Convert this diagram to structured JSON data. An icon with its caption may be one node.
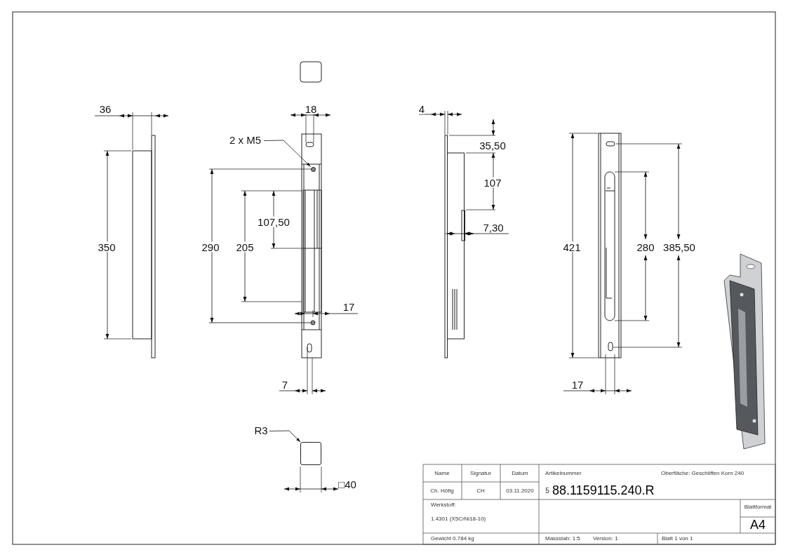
{
  "diagram": {
    "nodes": [
      {
        "text": [
          "2 x M5"
        ]
      },
      {
        "text": [],
        "shape": "circle"
      },
      {
        "text": [
          "R3"
        ]
      },
      {
        "text": [],
        "shape": "box"
      }
    ],
    "edges": [
      {
        "from": 0,
        "to": 1,
        "arrow": "to"
      },
      {
        "from": 2,
        "to": 3,
        "arrow": "to"
      }
    ],
    "labels": [
      "36",
      "18",
      "4",
      "35,50",
      "107",
      "107,50",
      "7,30",
      "350",
      "290",
      "205",
      "421",
      "280",
      "385,50",
      "17",
      "7",
      "17",
      "□40",
      "Name",
      "Signatur",
      "Datum",
      "Artikelnummer",
      "Oberfläche:  Geschliffen Korn 240",
      "Ch. Höfig",
      "CH",
      "03.11.2020",
      "5",
      "88.1159115.240.R",
      "Werkstoff:",
      "Blattformat",
      "1.4301 (X5CrNi18-10)",
      "A4",
      "Gewicht 0.784 kg",
      "Massstab: 1:5",
      "Version: 1",
      "Blatt 1 von 1"
    ]
  }
}
